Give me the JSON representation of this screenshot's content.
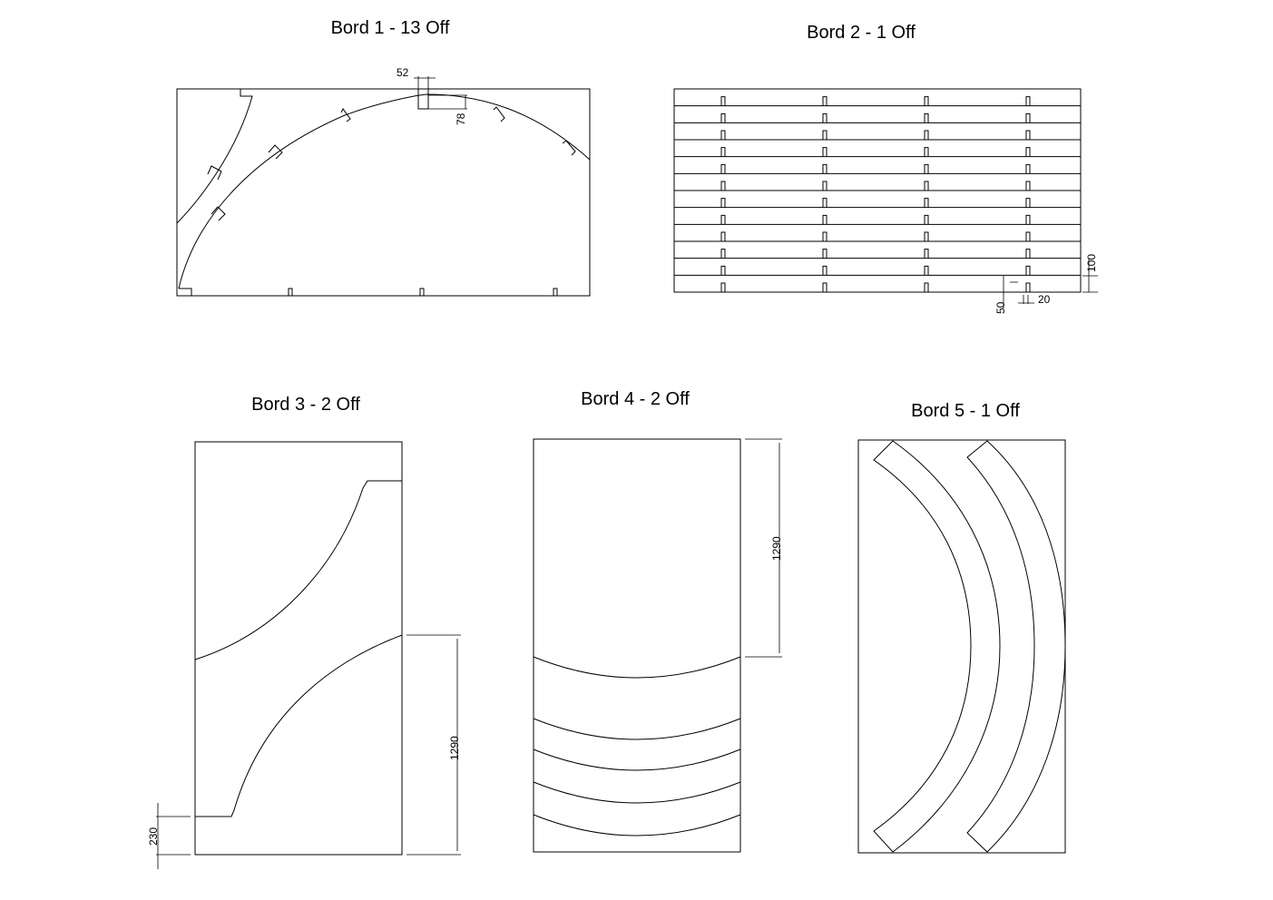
{
  "sheets": [
    {
      "title": "Bord 1 - 13 Off"
    },
    {
      "title": "Bord 2 - 1 Off"
    },
    {
      "title": "Bord 3 - 2 Off"
    },
    {
      "title": "Bord 4 - 2 Off"
    },
    {
      "title": "Bord 5 - 1 Off"
    }
  ],
  "dimensions": {
    "bord1_slot_width": "52",
    "bord1_slot_depth": "78",
    "bord2_strip_height": "100",
    "bord2_slot_depth": "50",
    "bord2_slot_width": "20",
    "bord3_offset": "230",
    "bord3_length": "1290",
    "bord4_length": "1290"
  },
  "colors": {
    "line": "#000000",
    "background": "#ffffff"
  }
}
